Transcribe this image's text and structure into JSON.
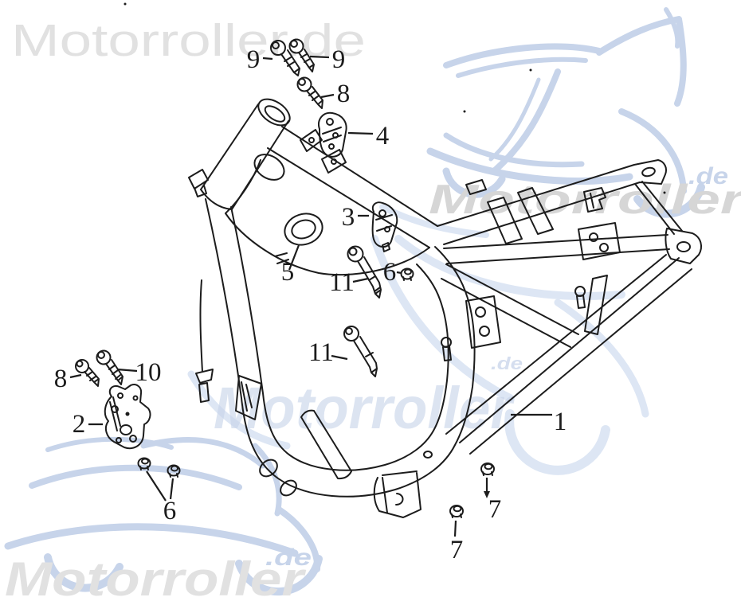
{
  "colors": {
    "ink": "#1c1c1c",
    "wm_gray": "#e1e1e1",
    "wm_gray_strong": "#d6d6d6",
    "wm_blue": "#c7d4ea",
    "wm_blue_light": "#dde6f4"
  },
  "watermarks": {
    "top_left_text": "Motorroller.de",
    "mid_right_text": "Motorroller",
    "mid_right_domain": ".de",
    "center_text": "Motorroller",
    "center_domain": ".de",
    "bottom_text": "Motorroller",
    "bottom_domain": ".de"
  },
  "diagram": {
    "callouts": [
      {
        "label": "9"
      },
      {
        "label": "9"
      },
      {
        "label": "8"
      },
      {
        "label": "4"
      },
      {
        "label": "3"
      },
      {
        "label": "5"
      },
      {
        "label": "11"
      },
      {
        "label": "6"
      },
      {
        "label": "11"
      },
      {
        "label": "8"
      },
      {
        "label": "10"
      },
      {
        "label": "2"
      },
      {
        "label": "6"
      },
      {
        "label": "1"
      },
      {
        "label": "7"
      },
      {
        "label": "7"
      }
    ]
  }
}
